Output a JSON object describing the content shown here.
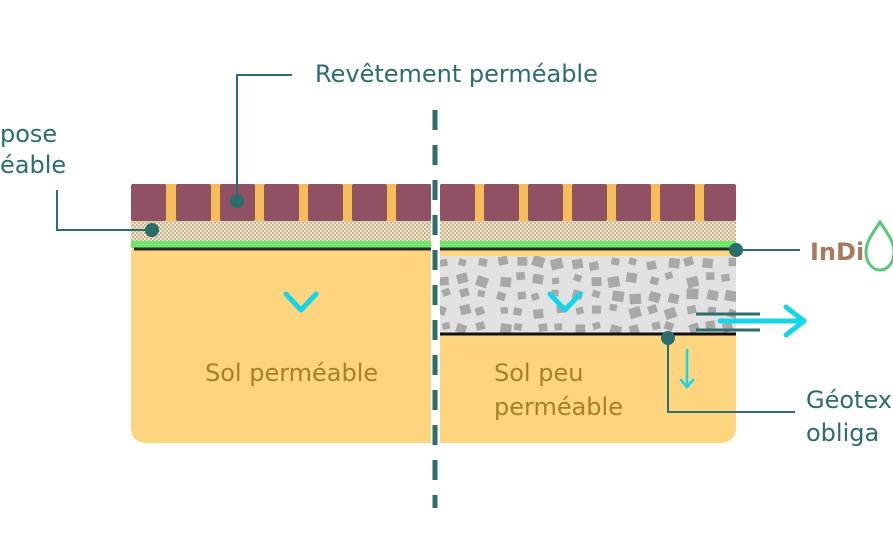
{
  "labels": {
    "revetement": "Revêtement perméable",
    "pose_line1": "pose",
    "pose_line2": "éable",
    "sol_permeable": "Sol perméable",
    "sol_peu_line1": "Sol peu",
    "sol_peu_line2": "perméable",
    "geotex_line1": "Géotex",
    "geotex_line2": "obliga",
    "logo": "InDi"
  },
  "colors": {
    "paver": "#8f5163",
    "joint": "#f4bd5a",
    "bedding": "#efe5c6",
    "green_layer": "#6ee86a",
    "soil": "#fdd57f",
    "gravel_bg": "#e2e2e2",
    "gravel_block": "#a8a8a8",
    "teal": "#2c6e6c",
    "water": "#14d6e8",
    "soil_text": "#a7812a",
    "logo_brown": "#a97a5e",
    "logo_green": "#56c97a"
  },
  "icons": {
    "infiltration": "arrow-down-icon",
    "drain": "arrow-right-icon"
  }
}
